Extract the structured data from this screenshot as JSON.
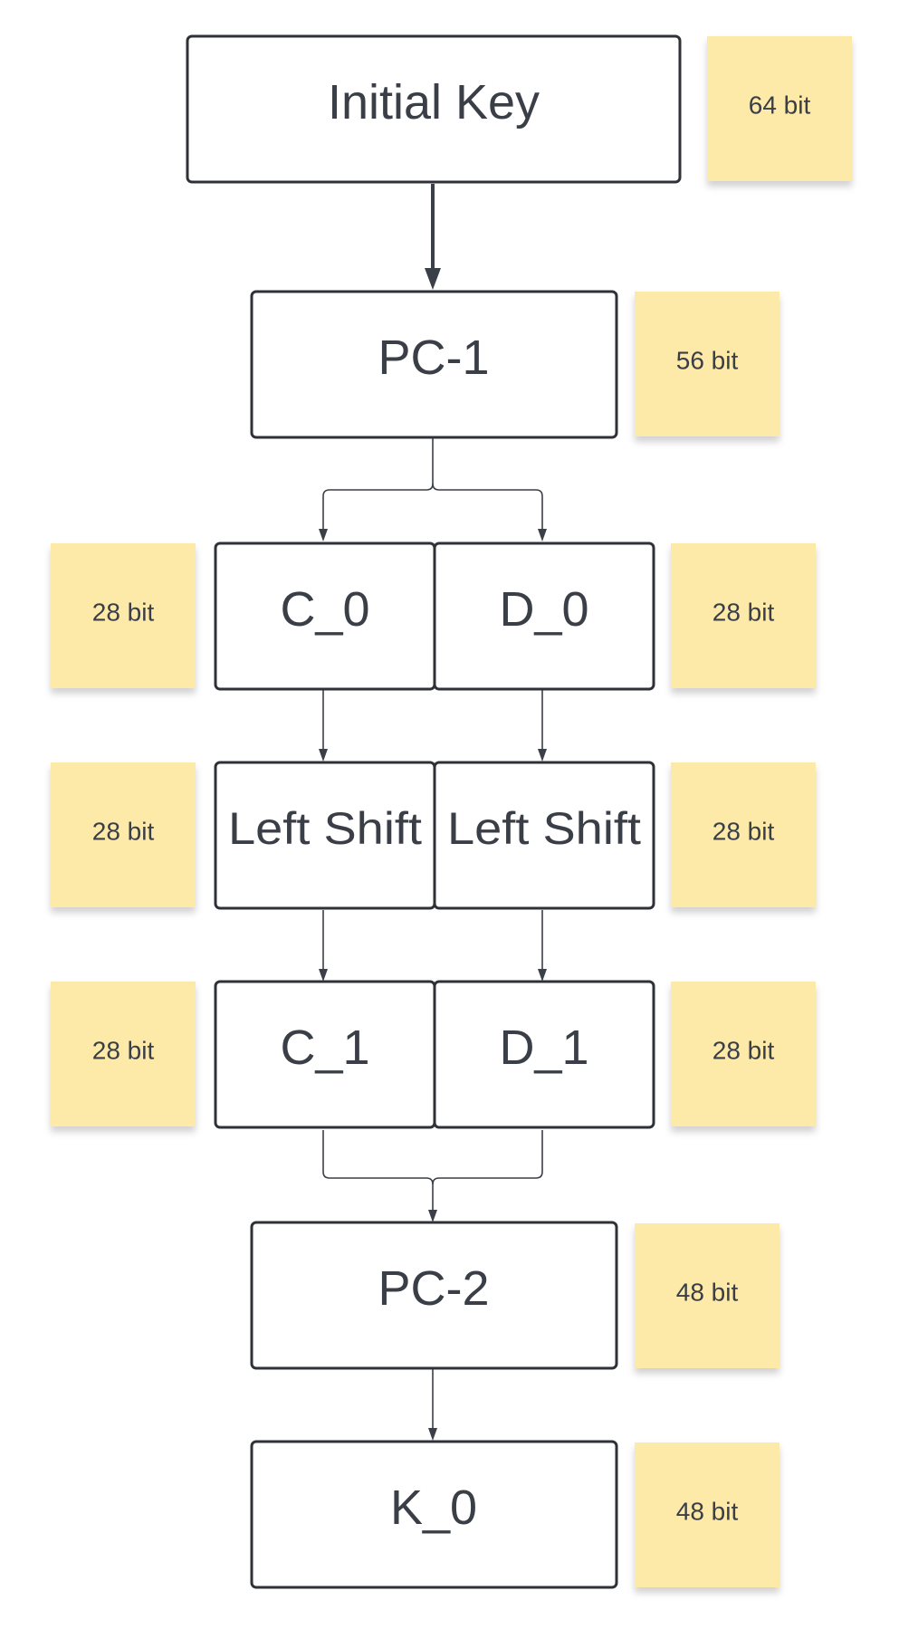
{
  "colors": {
    "box_border": "#2e3138",
    "box_text": "#3a3e46",
    "note_fill": "#fde9a8",
    "note_shadow": "#c9c2a8",
    "connector": "#3b3f47"
  },
  "boxes": {
    "initial_key": "Initial Key",
    "pc1": "PC-1",
    "c0": "C_0",
    "d0": "D_0",
    "left_shift_c": "Left Shift",
    "left_shift_d": "Left Shift",
    "c1": "C_1",
    "d1": "D_1",
    "pc2": "PC-2",
    "k0": "K_0"
  },
  "notes": {
    "initial_key": "64 bit",
    "pc1": "56 bit",
    "c0": "28 bit",
    "d0": "28 bit",
    "left_shift_c": "28 bit",
    "left_shift_d": "28 bit",
    "c1": "28 bit",
    "d1": "28 bit",
    "pc2": "48 bit",
    "k0": "48 bit"
  }
}
